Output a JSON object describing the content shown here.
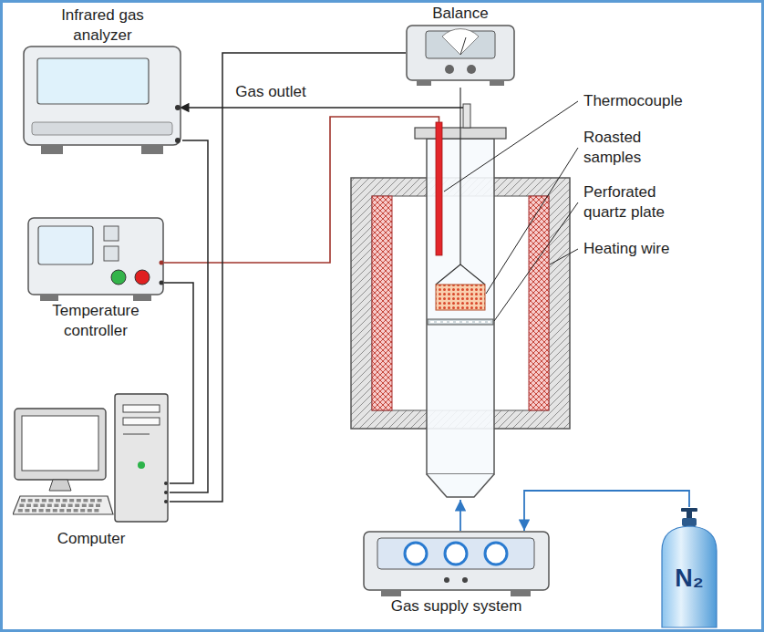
{
  "diagram": {
    "nodes": [
      {
        "text": [
          "Balance"
        ]
      },
      {
        "text": [
          "Infrared gas analyzer"
        ]
      },
      {
        "text": [
          "Temperature controller"
        ]
      },
      {
        "text": [
          "Computer"
        ]
      },
      {
        "text": [
          "Gas supply system"
        ]
      },
      {
        "text": [
          "N₂"
        ]
      }
    ],
    "edges": [
      {
        "from": 0,
        "to": 3,
        "arrow": "none"
      },
      {
        "from": 1,
        "to": 3,
        "arrow": "none"
      },
      {
        "from": 2,
        "to": 3,
        "arrow": "none"
      },
      {
        "from": 5,
        "to": 4,
        "arrow": "to"
      }
    ],
    "labels": [
      "Gas outlet",
      "Thermocouple",
      "Roasted samples",
      "Perforated quartz plate",
      "Heating wire"
    ]
  }
}
